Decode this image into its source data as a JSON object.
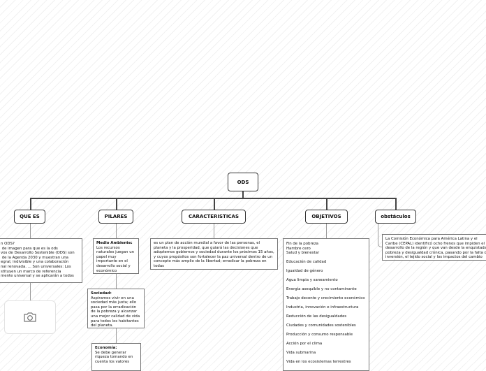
{
  "root": {
    "label": "ODS"
  },
  "branches": [
    {
      "label": "QUE ES",
      "content": "n ODS?\n de imagen para que es la ods\nvos de Desarrollo Sostenible (ODS) son\n de la Agenda 2030 y muestran una\negral, indivisible y una colaboración\nnal renovada. ... Son universales: Los\nstituyen un marco de referencia\nmente universal y se aplicarán a todos",
      "image_icon": "camera-icon"
    },
    {
      "label": "PILARES",
      "items": [
        {
          "title": "Medio Ambiente:",
          "text": "Los recursos naturales juegan un papel muy importante en el desarrollo social y económico"
        },
        {
          "title": "Sociedad:",
          "text": "Aspiramos vivir en una sociedad más justa; ello pasa por la erradicación de la pobreza y alcanzar una mejor calidad de vida para todos los habitantes del planeta."
        },
        {
          "title": "Economía:",
          "text": "Se debe generar riqueza tomando en cuenta los valores"
        }
      ]
    },
    {
      "label": "CARACTERISTICAS",
      "content": "es un plan de acción mundial a favor de las personas, el planeta y la prosperidad, que guiará las decisiones que adoptemos gobiernos y sociedad durante los próximos 15 años, y cuyos propósitos son fortalecer la paz universal dentro de un concepto más amplio de la libertad; erradicar la pobreza en todas"
    },
    {
      "label": "OBJETIVOS",
      "items": [
        "Fin de la pobreza",
        "Hambre cero",
        "Salud y bienestar",
        "Educación de calidad",
        "Igualdad de género",
        "Agua limpia y saneamiento",
        "Energía asequible y no contaminante",
        "Trabajo decente y crecimiento económico",
        "Industria, innovación e infraestructura",
        "Reducción de las desigualdades",
        "Ciudades y comunidades sostenibles",
        "Producción y consumo responsable",
        "Acción por el clima",
        "Vida submarina",
        "Vida en los ecosistemas terrestres"
      ]
    },
    {
      "label": "obstáculos",
      "content": "La Comisión Económica para América Latina y el Caribe (CEPAL) identificó ocho frenos que impiden el desarrollo de la región y que van desde la enquistada pobreza y desigualdad crónica, pasando por la falta de inversión, el tejido social y los impactos del cambio climático."
    }
  ]
}
